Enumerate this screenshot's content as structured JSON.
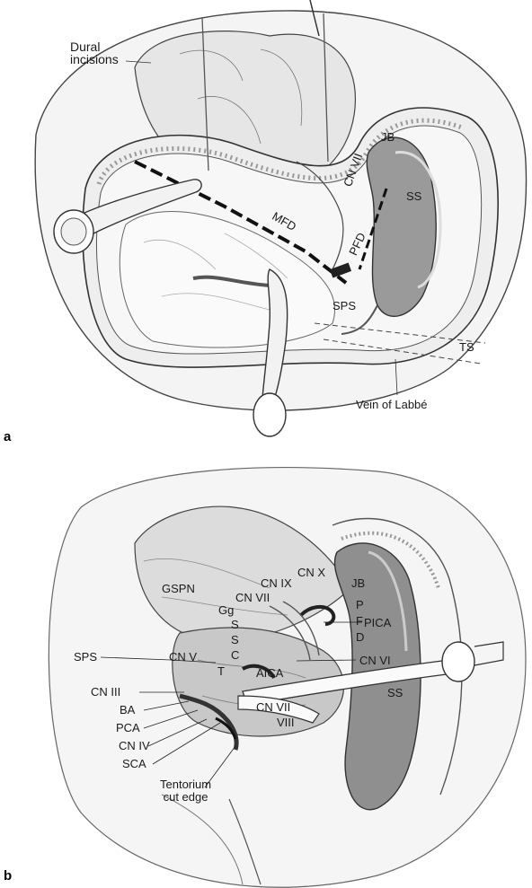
{
  "figure": {
    "panel_a": {
      "letter": "a",
      "labels": {
        "dural_incisions": "Dural\nincisions",
        "jb": "JB",
        "ss": "SS",
        "cn_vii": "CN VII",
        "mfd": "MFD",
        "pfd": "PFD",
        "sps": "SPS",
        "ts": "TS",
        "vein_labbe": "Vein of Labbé"
      }
    },
    "panel_b": {
      "letter": "b",
      "labels": {
        "jb": "JB",
        "gspn": "GSPN",
        "gg": "Gg",
        "cn_ix": "CN IX",
        "cn_x": "CN X",
        "cn_vii": "CN VII",
        "p": "P",
        "f": "F",
        "d": "D",
        "pica": "PICA",
        "s1": "S",
        "s2": "S",
        "c": "C",
        "sps": "SPS",
        "cn_v": "CN V",
        "t": "T",
        "aica": "AICA",
        "cn_vi": "CN VI",
        "ss": "SS",
        "cn_iii": "CN III",
        "ba": "BA",
        "pca": "PCA",
        "cn_iv": "CN IV",
        "sca": "SCA",
        "cn_vii_viii_a": "CN VII",
        "cn_vii_viii_b": "VIII",
        "tentorium": "Tentorium\ncut edge"
      }
    }
  }
}
